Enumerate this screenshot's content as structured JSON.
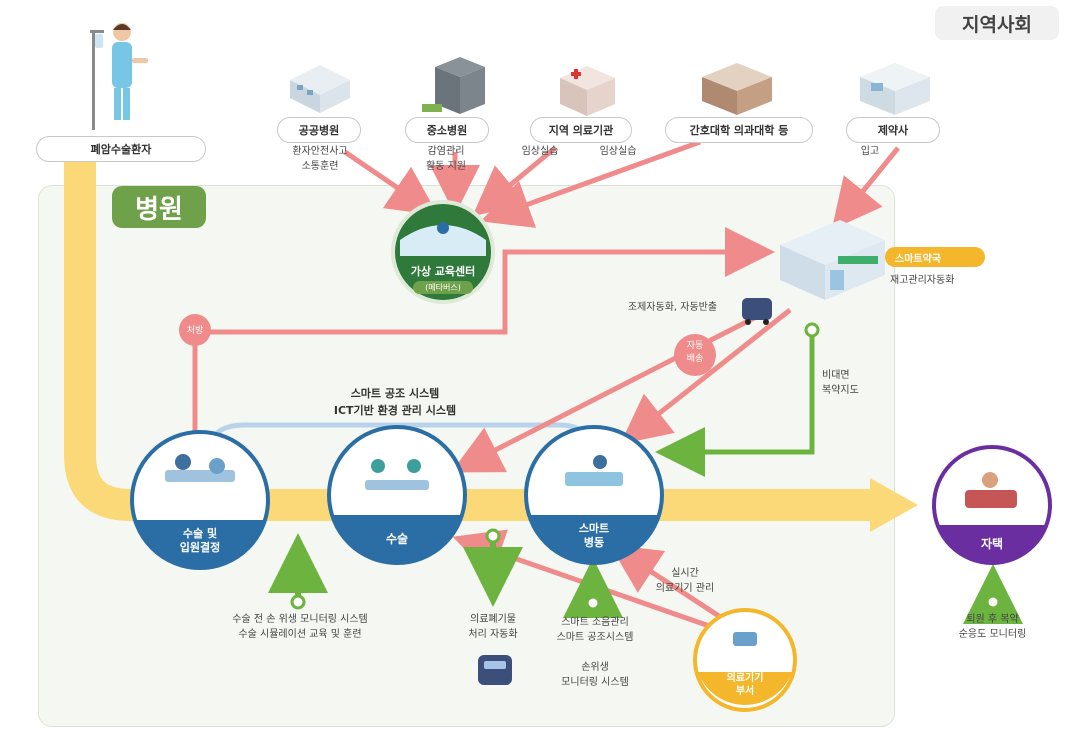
{
  "region_label": "지역사회",
  "hospital_label": "병원",
  "patient": {
    "label": "폐암수술환자"
  },
  "community_orgs": [
    {
      "id": "public-hospital",
      "label": "공공병원",
      "note": "환자안전사고\n소통훈련"
    },
    {
      "id": "sme-hospital",
      "label": "중소병원",
      "note": "감염관리\n활동 지원"
    },
    {
      "id": "regional-medical",
      "label": "지역 의료기관",
      "note": "임상실습"
    },
    {
      "id": "nursing-colleges",
      "label": "간호대학 의과대학 등",
      "note": "임상실습"
    },
    {
      "id": "pharmaceutical",
      "label": "제약사",
      "note": "입고"
    }
  ],
  "virtual_center": {
    "title": "가상 교육센터",
    "sub": "(메타버스)"
  },
  "pharmacy": {
    "tag": "스마트약국",
    "note": "재고관리자동화"
  },
  "dispense_note": "조제자동화, 자동반출",
  "auto_delivery_tag": "자동\n배송",
  "prescription_tag": "처방",
  "nonface_note": "비대면\n복약지도",
  "smart_system_caption": "스마트 공조 시스템\nICT기반 환경 관리 시스템",
  "stages": [
    {
      "id": "pre-op",
      "label": "수술 및\n입원결정"
    },
    {
      "id": "surgery",
      "label": "수술"
    },
    {
      "id": "smart-ward",
      "label": "스마트\n병동"
    }
  ],
  "home": {
    "label": "자택",
    "note": "퇴원 후 복약\n순응도 모니터링"
  },
  "preop_note": "수술 전 손 위생 모니터링 시스템\n수술 시뮬레이션 교육 및 훈련",
  "waste_note": "의료폐기물\n처리 자동화",
  "smart_ward_notes": "스마트 소음관리\n스마트 공조시스템",
  "hand_hygiene_note": "손위생\n모니터링 시스템",
  "realtime_note": "실시간\n의료기기 관리",
  "device_dept": {
    "label": "의료기기\n부서"
  },
  "colors": {
    "flow": "#fbd978",
    "pink": "#f08b8b",
    "green": "#6db33f",
    "blue": "#2b6ea6",
    "purple": "#6a2ea0",
    "orange": "#f4b62a",
    "darkgreen": "#2f7a3a"
  }
}
